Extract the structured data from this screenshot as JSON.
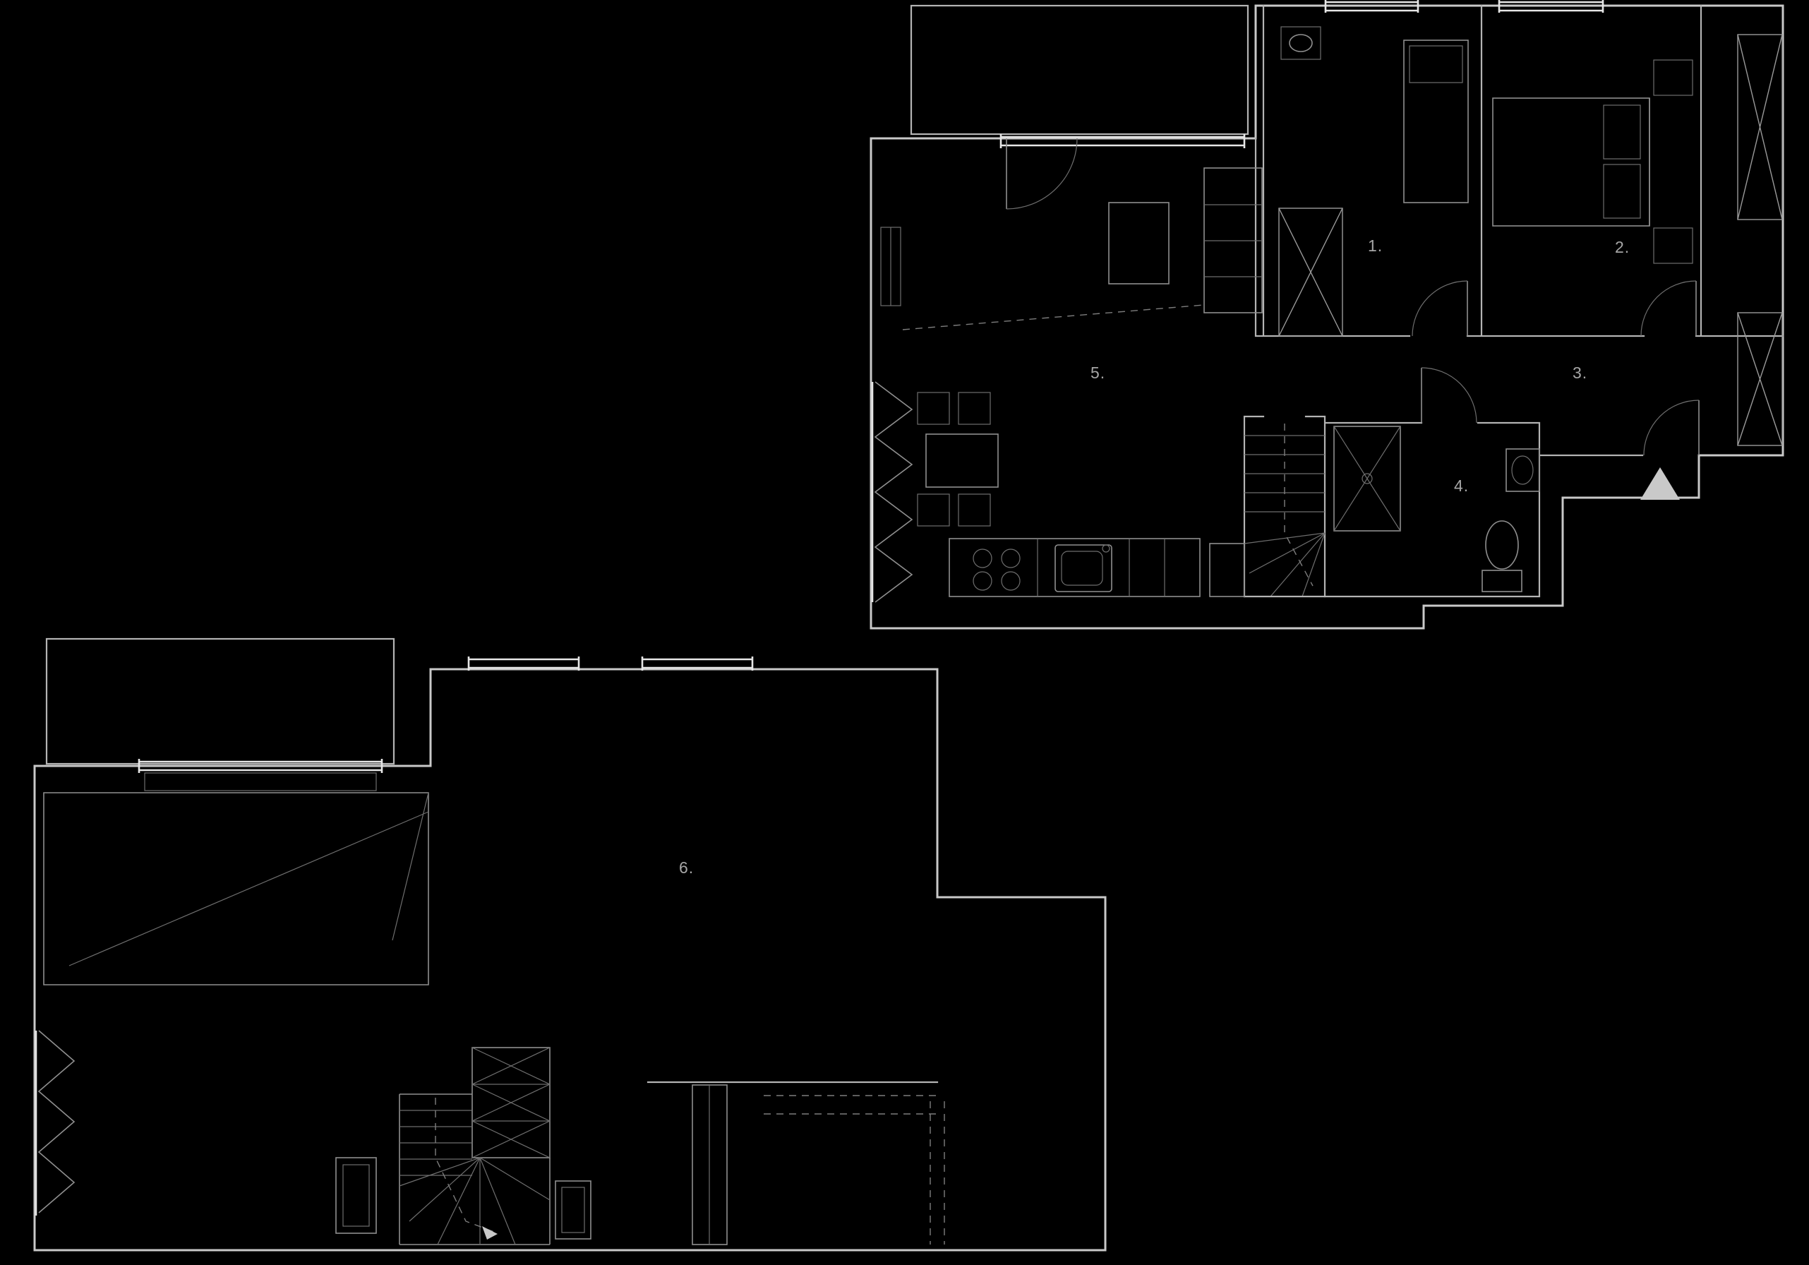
{
  "canvas": {
    "background": "#000000",
    "wall_color": "#c9c9c9",
    "furniture_color": "#8f8f8f",
    "window_color": "#e6e6e6",
    "label_color": "#a6a6a6"
  },
  "rooms": {
    "r1": {
      "label": "1."
    },
    "r2": {
      "label": "2."
    },
    "r3": {
      "label": "3."
    },
    "r4": {
      "label": "4."
    },
    "r5": {
      "label": "5."
    },
    "r6": {
      "label": "6."
    }
  }
}
